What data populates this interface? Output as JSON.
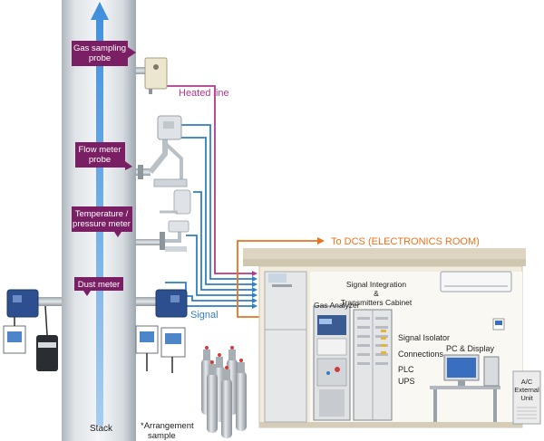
{
  "labels": {
    "gas_probe": [
      "Gas sampling",
      "probe"
    ],
    "flow_probe": [
      "Flow meter",
      "probe"
    ],
    "temp_meter": [
      "Temperature /",
      "pressure meter"
    ],
    "dust_meter": "Dust meter",
    "heated_line": "Heated line",
    "to_dcs": "To DCS (ELECTRONICS ROOM)",
    "signal": "Signal",
    "stack": "Stack",
    "arrangement": [
      "*Arrangement",
      "sample"
    ],
    "gas_analyzer": "Gas Analyzer",
    "cabinet": [
      "Signal Integration",
      "&",
      "Transmitters Cabinet"
    ],
    "signal_isolator": "Signal Isolator",
    "connections": "Connections",
    "pc_display": "PC & Display",
    "plc": "PLC",
    "ups": "UPS",
    "ac_unit": [
      "A/C",
      "External",
      "Unit"
    ]
  },
  "colors": {
    "label_bg": "#7a1f63",
    "heated_line": "#b03a8c",
    "signal_line": "#2f7fc4",
    "dcs_line": "#e8731e",
    "dcs_text": "#e8731e",
    "stack_arrow": "#3f8fdc",
    "shelter_roof": "#ddd5c2",
    "shelter_wall": "#f1ecde"
  }
}
